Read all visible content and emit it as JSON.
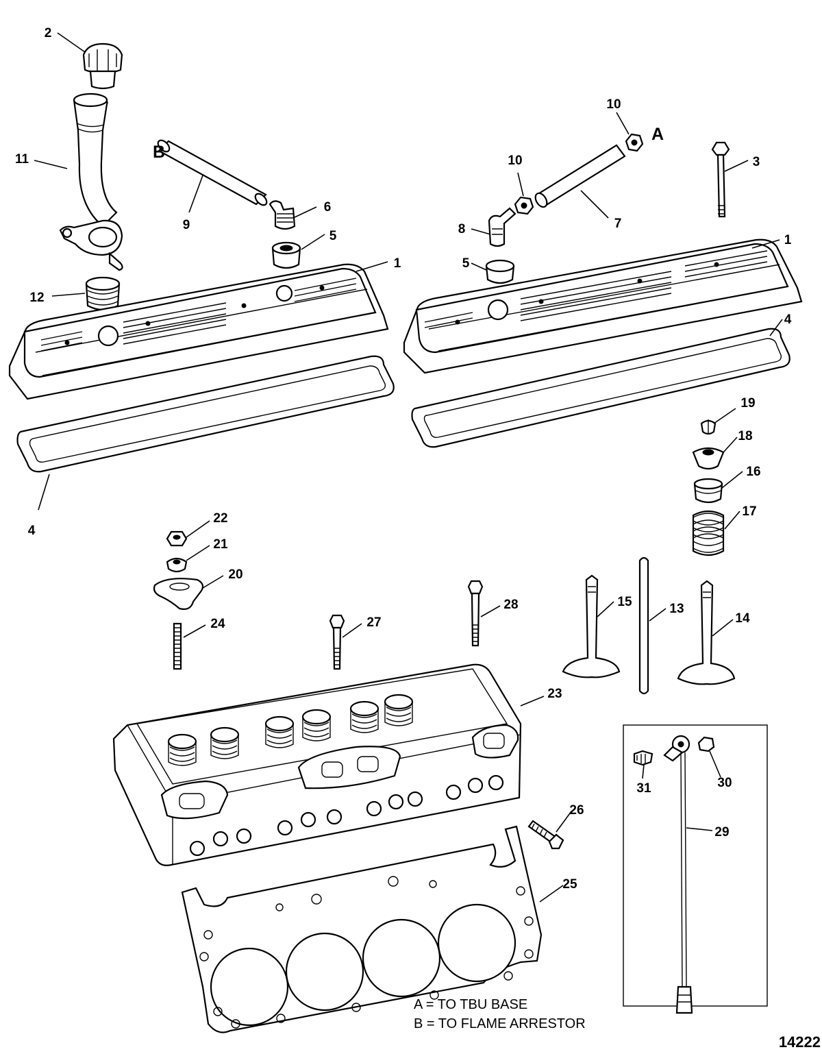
{
  "callouts": {
    "c1a": "1",
    "c1b": "1",
    "c2": "2",
    "c3": "3",
    "c4a": "4",
    "c4b": "4",
    "c5a": "5",
    "c5b": "5",
    "c6": "6",
    "c7": "7",
    "c8": "8",
    "c9": "9",
    "c10a": "10",
    "c10b": "10",
    "c11": "11",
    "c12": "12",
    "c13": "13",
    "c14": "14",
    "c15": "15",
    "c16": "16",
    "c17": "17",
    "c18": "18",
    "c19": "19",
    "c20": "20",
    "c21": "21",
    "c22": "22",
    "c23": "23",
    "c24": "24",
    "c25": "25",
    "c26": "26",
    "c27": "27",
    "c28": "28",
    "c29": "29",
    "c30": "30",
    "c31": "31"
  },
  "hose_labels": {
    "a": "A",
    "b": "B"
  },
  "legend": {
    "line_a": "A = TO TBU BASE",
    "line_b": "B = TO FLAME ARRESTOR"
  },
  "figure_number": "14222"
}
